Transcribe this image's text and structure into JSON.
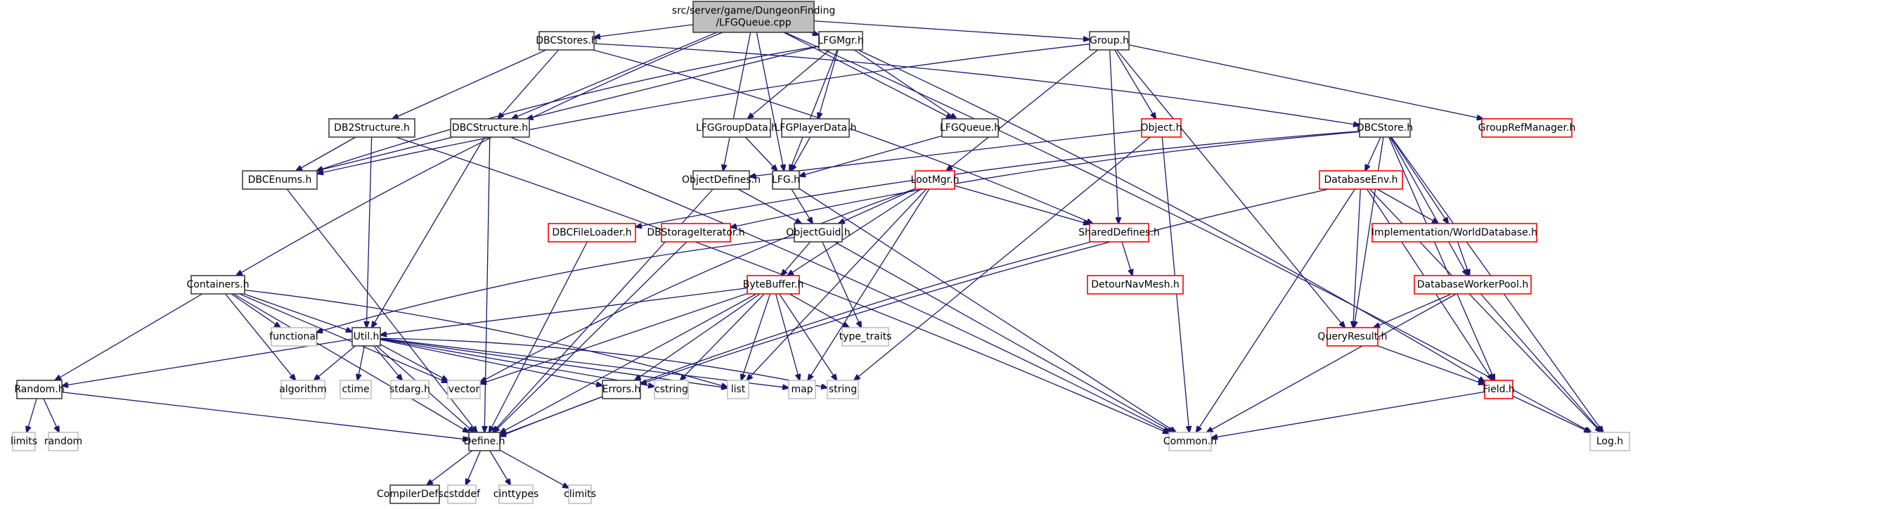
{
  "title": "src/server/game/DungeonFinding/LFGQueue.cpp",
  "colors": {
    "root_fill": "#bfbfbf",
    "documented_border": "#404040",
    "undocumented_border": "#ff0000",
    "system_border": "#bfbfbf",
    "edge": "#191970"
  },
  "nodes": [
    {
      "id": "root",
      "label": "src/server/game/DungeonFinding\n/LFGQueue.cpp",
      "kind": "root"
    },
    {
      "id": "DBCStores",
      "label": "DBCStores.h",
      "kind": "documented"
    },
    {
      "id": "LFGMgr",
      "label": "LFGMgr.h",
      "kind": "documented"
    },
    {
      "id": "Group",
      "label": "Group.h",
      "kind": "documented"
    },
    {
      "id": "GroupRefManager",
      "label": "GroupRefManager.h",
      "kind": "undocumented"
    },
    {
      "id": "DB2Structure",
      "label": "DB2Structure.h",
      "kind": "documented"
    },
    {
      "id": "DBCStructure",
      "label": "DBCStructure.h",
      "kind": "documented"
    },
    {
      "id": "LFGGroupData",
      "label": "LFGGroupData.h",
      "kind": "documented"
    },
    {
      "id": "LFGPlayerData",
      "label": "LFGPlayerData.h",
      "kind": "documented"
    },
    {
      "id": "LFGQueueH",
      "label": "LFGQueue.h",
      "kind": "documented"
    },
    {
      "id": "Object",
      "label": "Object.h",
      "kind": "undocumented"
    },
    {
      "id": "DBCStore",
      "label": "DBCStore.h",
      "kind": "documented"
    },
    {
      "id": "DBCEnums",
      "label": "DBCEnums.h",
      "kind": "documented"
    },
    {
      "id": "ObjectDefines",
      "label": "ObjectDefines.h",
      "kind": "documented"
    },
    {
      "id": "LFG",
      "label": "LFG.h",
      "kind": "documented"
    },
    {
      "id": "LootMgr",
      "label": "LootMgr.h",
      "kind": "undocumented"
    },
    {
      "id": "DatabaseEnv",
      "label": "DatabaseEnv.h",
      "kind": "undocumented"
    },
    {
      "id": "DBCFileLoader",
      "label": "DBCFileLoader.h",
      "kind": "undocumented"
    },
    {
      "id": "DBStorageIterator",
      "label": "DBStorageIterator.h",
      "kind": "undocumented"
    },
    {
      "id": "ObjectGuid",
      "label": "ObjectGuid.h",
      "kind": "documented"
    },
    {
      "id": "SharedDefines",
      "label": "SharedDefines.h",
      "kind": "undocumented"
    },
    {
      "id": "WorldDatabase",
      "label": "Implementation/WorldDatabase.h",
      "kind": "undocumented"
    },
    {
      "id": "DetourNavMesh",
      "label": "DetourNavMesh.h",
      "kind": "undocumented"
    },
    {
      "id": "DatabaseWorkerPool",
      "label": "DatabaseWorkerPool.h",
      "kind": "undocumented"
    },
    {
      "id": "Containers",
      "label": "Containers.h",
      "kind": "documented"
    },
    {
      "id": "ByteBuffer",
      "label": "ByteBuffer.h",
      "kind": "undocumented"
    },
    {
      "id": "functional",
      "label": "functional",
      "kind": "system"
    },
    {
      "id": "Util",
      "label": "Util.h",
      "kind": "documented"
    },
    {
      "id": "type_traits",
      "label": "type_traits",
      "kind": "system"
    },
    {
      "id": "QueryResult",
      "label": "QueryResult.h",
      "kind": "undocumented"
    },
    {
      "id": "Random",
      "label": "Random.h",
      "kind": "documented"
    },
    {
      "id": "algorithm",
      "label": "algorithm",
      "kind": "system"
    },
    {
      "id": "ctime",
      "label": "ctime",
      "kind": "system"
    },
    {
      "id": "stdarg",
      "label": "stdarg.h",
      "kind": "system"
    },
    {
      "id": "vector",
      "label": "vector",
      "kind": "system"
    },
    {
      "id": "Errors",
      "label": "Errors.h",
      "kind": "documented"
    },
    {
      "id": "cstring",
      "label": "cstring",
      "kind": "system"
    },
    {
      "id": "list",
      "label": "list",
      "kind": "system"
    },
    {
      "id": "map",
      "label": "map",
      "kind": "system"
    },
    {
      "id": "string",
      "label": "string",
      "kind": "system"
    },
    {
      "id": "Field",
      "label": "Field.h",
      "kind": "undocumented"
    },
    {
      "id": "limits",
      "label": "limits",
      "kind": "system"
    },
    {
      "id": "random",
      "label": "random",
      "kind": "system"
    },
    {
      "id": "Define",
      "label": "Define.h",
      "kind": "documented"
    },
    {
      "id": "Common",
      "label": "Common.h",
      "kind": "system"
    },
    {
      "id": "Log",
      "label": "Log.h",
      "kind": "system"
    },
    {
      "id": "CompilerDefs",
      "label": "CompilerDefs.h",
      "kind": "documented"
    },
    {
      "id": "cstddef",
      "label": "cstddef",
      "kind": "system"
    },
    {
      "id": "cinttypes",
      "label": "cinttypes",
      "kind": "system"
    },
    {
      "id": "climits",
      "label": "climits",
      "kind": "system"
    }
  ],
  "edges": [
    [
      "root",
      "DBCStores"
    ],
    [
      "root",
      "LFGMgr"
    ],
    [
      "root",
      "Group"
    ],
    [
      "root",
      "Containers"
    ],
    [
      "root",
      "DBCStructure"
    ],
    [
      "root",
      "ObjectDefines"
    ],
    [
      "root",
      "LFGQueueH"
    ],
    [
      "root",
      "Log"
    ],
    [
      "root",
      "LFG"
    ],
    [
      "DBCStores",
      "DB2Structure"
    ],
    [
      "DBCStores",
      "DBCStructure"
    ],
    [
      "DBCStores",
      "DBCStore"
    ],
    [
      "DBCStores",
      "SharedDefines"
    ],
    [
      "LFGMgr",
      "LFGGroupData"
    ],
    [
      "LFGMgr",
      "LFGPlayerData"
    ],
    [
      "LFGMgr",
      "LFGQueueH"
    ],
    [
      "LFGMgr",
      "DBCStructure"
    ],
    [
      "LFGMgr",
      "LFG"
    ],
    [
      "LFGMgr",
      "Field"
    ],
    [
      "LFGMgr",
      "DBCEnums"
    ],
    [
      "Group",
      "GroupRefManager"
    ],
    [
      "Group",
      "Object"
    ],
    [
      "Group",
      "LootMgr"
    ],
    [
      "Group",
      "SharedDefines"
    ],
    [
      "Group",
      "QueryResult"
    ],
    [
      "Group",
      "DBCEnums"
    ],
    [
      "DB2Structure",
      "DBCEnums"
    ],
    [
      "DB2Structure",
      "Util"
    ],
    [
      "DB2Structure",
      "Common"
    ],
    [
      "DBCStructure",
      "DBCEnums"
    ],
    [
      "DBCStructure",
      "Util"
    ],
    [
      "DBCStructure",
      "Define"
    ],
    [
      "DBCStructure",
      "Common"
    ],
    [
      "LFGGroupData",
      "LFG"
    ],
    [
      "LFGPlayerData",
      "LFG"
    ],
    [
      "LFGQueueH",
      "LFG"
    ],
    [
      "Object",
      "ObjectDefines"
    ],
    [
      "Object",
      "Common"
    ],
    [
      "Object",
      "string"
    ],
    [
      "DBCStore",
      "DatabaseEnv"
    ],
    [
      "DBCStore",
      "DBCFileLoader"
    ],
    [
      "DBCStore",
      "DBStorageIterator"
    ],
    [
      "DBCStore",
      "WorldDatabase"
    ],
    [
      "DBCStore",
      "DatabaseWorkerPool"
    ],
    [
      "DBCStore",
      "QueryResult"
    ],
    [
      "DBCStore",
      "Field"
    ],
    [
      "DBCStore",
      "Log"
    ],
    [
      "DBCEnums",
      "Define"
    ],
    [
      "ObjectDefines",
      "ObjectGuid"
    ],
    [
      "ObjectDefines",
      "Define"
    ],
    [
      "LFG",
      "ObjectGuid"
    ],
    [
      "LFG",
      "Common"
    ],
    [
      "LootMgr",
      "ObjectGuid"
    ],
    [
      "LootMgr",
      "SharedDefines"
    ],
    [
      "LootMgr",
      "ByteBuffer"
    ],
    [
      "LootMgr",
      "vector"
    ],
    [
      "LootMgr",
      "list"
    ],
    [
      "LootMgr",
      "map"
    ],
    [
      "DatabaseEnv",
      "WorldDatabase"
    ],
    [
      "DatabaseEnv",
      "QueryResult"
    ],
    [
      "DatabaseEnv",
      "Field"
    ],
    [
      "DatabaseEnv",
      "Common"
    ],
    [
      "DatabaseEnv",
      "Errors"
    ],
    [
      "DatabaseEnv",
      "Log"
    ],
    [
      "DBCFileLoader",
      "Define"
    ],
    [
      "DBStorageIterator",
      "Define"
    ],
    [
      "ObjectGuid",
      "ByteBuffer"
    ],
    [
      "ObjectGuid",
      "type_traits"
    ],
    [
      "ObjectGuid",
      "functional"
    ],
    [
      "ObjectGuid",
      "Common"
    ],
    [
      "SharedDefines",
      "DetourNavMesh"
    ],
    [
      "SharedDefines",
      "Define"
    ],
    [
      "WorldDatabase",
      "DatabaseWorkerPool"
    ],
    [
      "DatabaseWorkerPool",
      "QueryResult"
    ],
    [
      "DatabaseWorkerPool",
      "Common"
    ],
    [
      "DatabaseWorkerPool",
      "Log"
    ],
    [
      "Containers",
      "Random"
    ],
    [
      "Containers",
      "Define"
    ],
    [
      "Containers",
      "algorithm"
    ],
    [
      "Containers",
      "functional"
    ],
    [
      "Containers",
      "Util"
    ],
    [
      "Containers",
      "vector"
    ],
    [
      "Containers",
      "list"
    ],
    [
      "ByteBuffer",
      "Util"
    ],
    [
      "ByteBuffer",
      "type_traits"
    ],
    [
      "ByteBuffer",
      "Errors"
    ],
    [
      "ByteBuffer",
      "cstring"
    ],
    [
      "ByteBuffer",
      "list"
    ],
    [
      "ByteBuffer",
      "map"
    ],
    [
      "ByteBuffer",
      "string"
    ],
    [
      "ByteBuffer",
      "vector"
    ],
    [
      "ByteBuffer",
      "Define"
    ],
    [
      "Util",
      "Random"
    ],
    [
      "Util",
      "algorithm"
    ],
    [
      "Util",
      "ctime"
    ],
    [
      "Util",
      "stdarg"
    ],
    [
      "Util",
      "vector"
    ],
    [
      "Util",
      "Errors"
    ],
    [
      "Util",
      "cstring"
    ],
    [
      "Util",
      "list"
    ],
    [
      "Util",
      "map"
    ],
    [
      "Util",
      "string"
    ],
    [
      "Util",
      "Define"
    ],
    [
      "QueryResult",
      "Field"
    ],
    [
      "Random",
      "limits"
    ],
    [
      "Random",
      "random"
    ],
    [
      "Random",
      "Define"
    ],
    [
      "Errors",
      "Define"
    ],
    [
      "Field",
      "Common"
    ],
    [
      "Field",
      "Log"
    ],
    [
      "Define",
      "CompilerDefs"
    ],
    [
      "Define",
      "cstddef"
    ],
    [
      "Define",
      "cinttypes"
    ],
    [
      "Define",
      "climits"
    ]
  ]
}
